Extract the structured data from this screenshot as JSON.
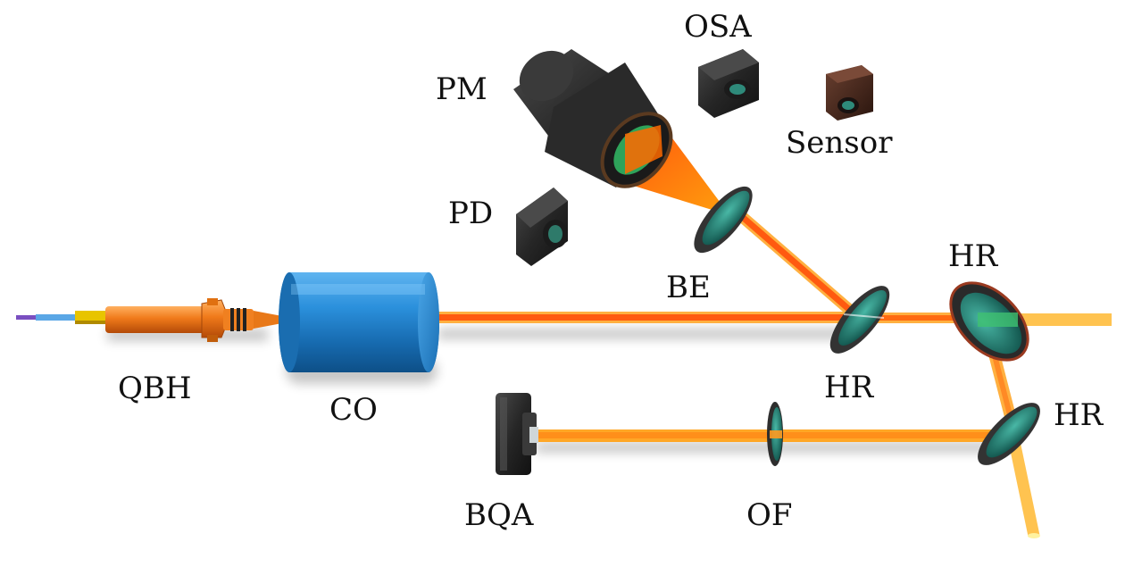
{
  "labels": {
    "qbh": "QBH",
    "co": "CO",
    "pm": "PM",
    "osa": "OSA",
    "sensor": "Sensor",
    "pd": "PD",
    "be": "BE",
    "hr_top": "HR",
    "hr_mid": "HR",
    "hr_right": "HR",
    "bqa": "BQA",
    "of": "OF"
  },
  "colors": {
    "beam_main": "#ff6a10",
    "beam_outer": "#ffb040",
    "beam_return": "#ffa726",
    "collimator": "#1e88d6",
    "qbh_body": "#f07a1a",
    "detector": "#2b2b2b",
    "mirror_glass": "#1f7a70",
    "mirror_frame": "#3a3a3a"
  }
}
